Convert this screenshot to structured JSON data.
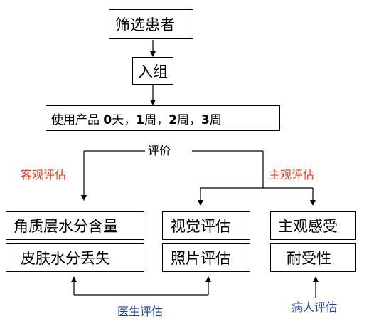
{
  "flow": {
    "screen": "筛选患者",
    "enroll": "入组",
    "product_prefix": "使用产品 ",
    "d0": "0",
    "day": "天，",
    "w1": "1",
    "w2": "2",
    "w3": "3",
    "week_sep": "周，",
    "week_end": "周",
    "evaluate": "评价"
  },
  "labels": {
    "objective": "客观评估",
    "subjective": "主观评估",
    "doctor": "医生评估",
    "patient": "病人评估"
  },
  "boxes": {
    "stratum": "角质层水分含量",
    "tewl": "皮肤水分丢失",
    "visual": "视觉评估",
    "photo": "照片评估",
    "feeling": "主观感受",
    "tolerance": "耐受性"
  },
  "colors": {
    "objective": "#e8401c",
    "subjective": "#e8401c",
    "doctor": "#1f3fa8",
    "patient": "#1f3fa8"
  }
}
